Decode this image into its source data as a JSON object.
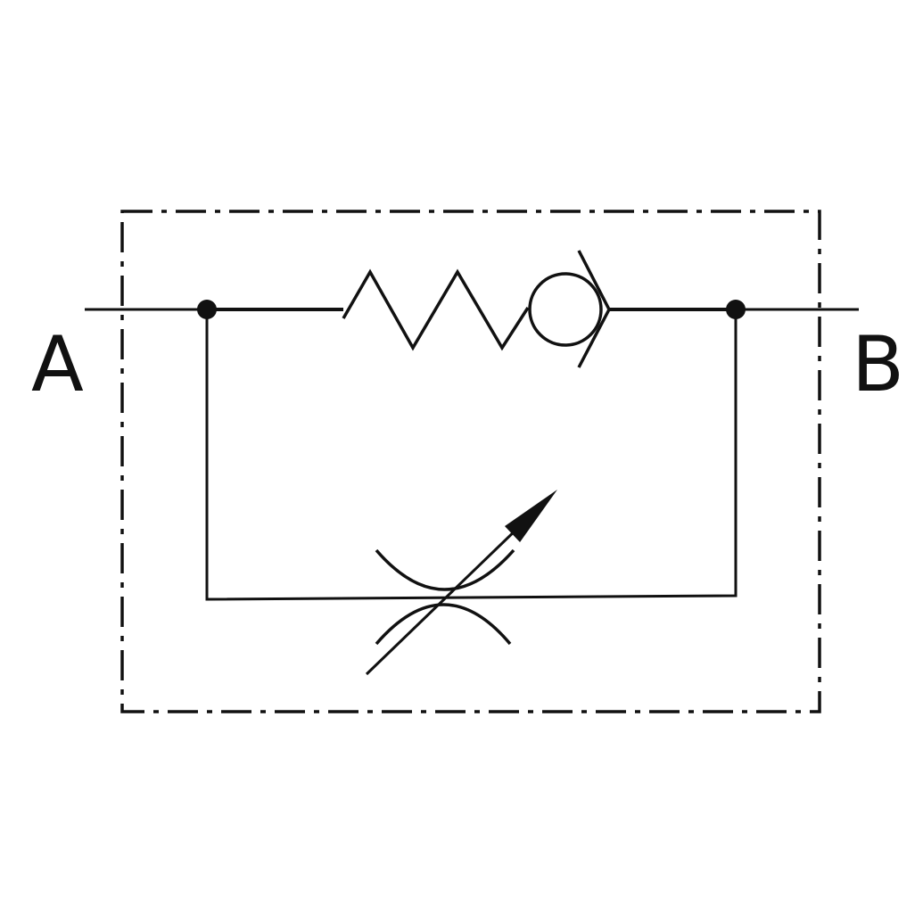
{
  "diagram": {
    "ports": {
      "a": {
        "label": "A"
      },
      "b": {
        "label": "B"
      }
    },
    "colors": {
      "line": "#111111",
      "background": "#ffffff"
    },
    "components": [
      {
        "kind": "check-valve-spring-loaded",
        "icon": "spring-check-valve-icon"
      },
      {
        "kind": "variable-throttle",
        "icon": "adjustable-throttle-icon"
      }
    ]
  }
}
